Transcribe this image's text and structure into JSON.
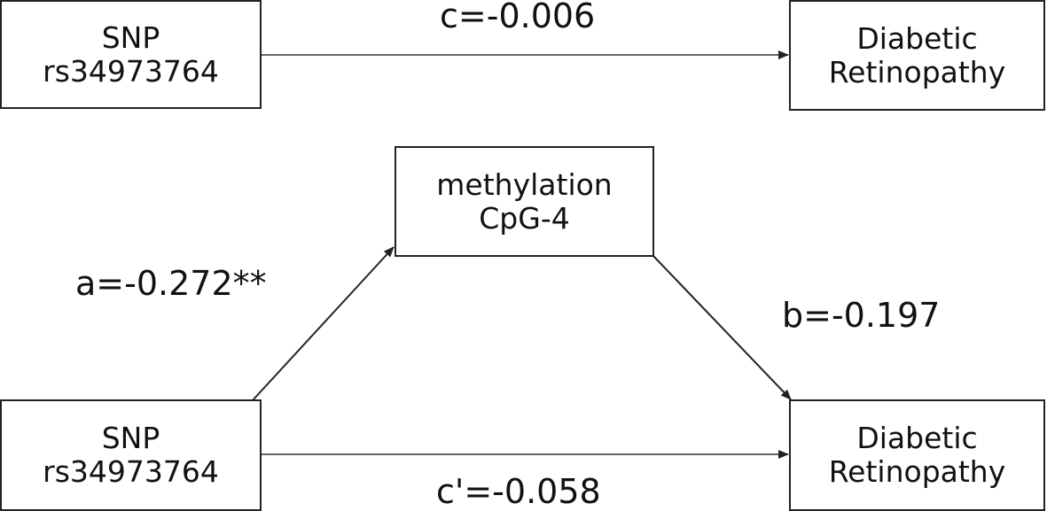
{
  "top_model": {
    "snp": {
      "line1": "SNP",
      "line2": "rs34973764"
    },
    "outcome": {
      "line1": "Diabetic",
      "line2": "Retinopathy"
    },
    "path_c": "c=-0.006"
  },
  "mediation_model": {
    "snp": {
      "line1": "SNP",
      "line2": "rs34973764"
    },
    "mediator": {
      "line1": "methylation",
      "line2": "CpG-4"
    },
    "outcome": {
      "line1": "Diabetic",
      "line2": "Retinopathy"
    },
    "path_a": "a=-0.272**",
    "path_b": "b=-0.197",
    "path_c_prime": "c'=-0.058"
  }
}
